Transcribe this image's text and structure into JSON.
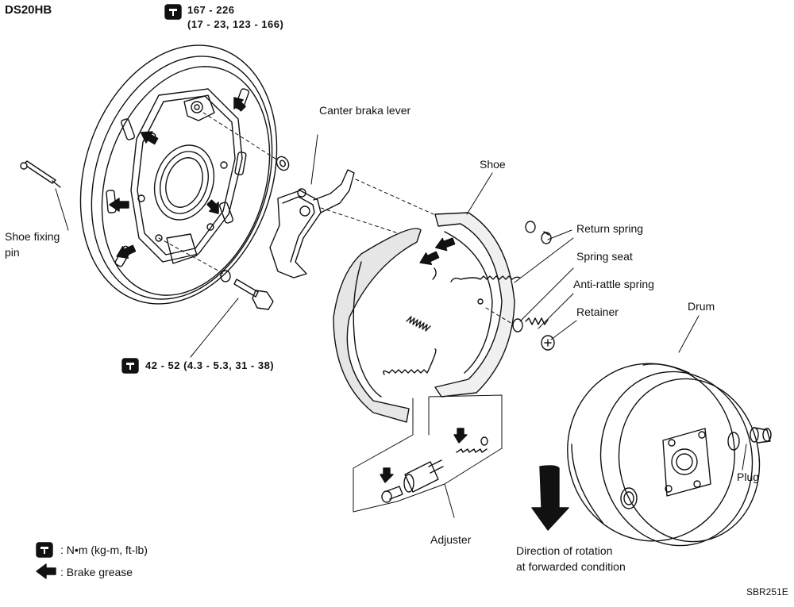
{
  "title": "DS20HB",
  "torque_top": {
    "line1": "167 - 226",
    "line2": "(17 - 23, 123 - 166)"
  },
  "torque_bottom": "42 - 52 (4.3 - 5.3, 31 - 38)",
  "labels": {
    "canter_lever": "Canter braka lever",
    "shoe": "Shoe",
    "return_spring": "Return spring",
    "spring_seat": "Spring seat",
    "anti_rattle": "Anti-rattle spring",
    "retainer": "Retainer",
    "drum": "Drum",
    "plug": "Plug",
    "shoe_fixing_pin_1": "Shoe fixing",
    "shoe_fixing_pin_2": "pin",
    "adjuster": "Adjuster",
    "rotation_1": "Direction of rotation",
    "rotation_2": "at forwarded condition"
  },
  "legend": {
    "torque_units": ": N•m (kg-m, ft-lb)",
    "grease": ": Brake grease"
  },
  "figure_code": "SBR251E",
  "icons": {
    "torque": "torque-wrench-icon",
    "grease": "grease-arrow-icon"
  }
}
